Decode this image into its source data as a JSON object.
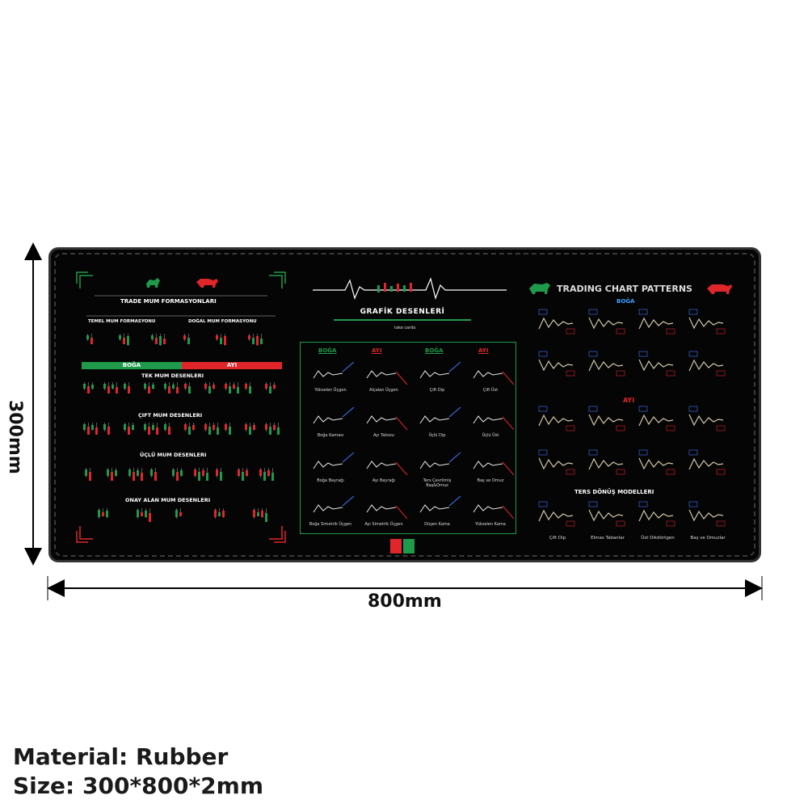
{
  "dimensions": {
    "height_label": "300mm",
    "width_label": "800mm"
  },
  "mat": {
    "left": {
      "title": "TRADE MUM FORMASYONLARI",
      "temel_title": "TEMEL MUM FORMASYONU",
      "dogal_title": "DOĞAL MUM FORMASYONU",
      "boga": "BOĞA",
      "ayi": "AYI",
      "tek": "TEK MUM DESENLERI",
      "cift": "ÇIFT MUM DESENLERI",
      "uclu": "ÜÇLÜ MUM DESENLERI",
      "onay": "ONAY ALAN MUM DESENLERI"
    },
    "middle": {
      "title": "GRAFİK DESENLERİ",
      "brand": "take cardo",
      "headers": [
        "BOĞA",
        "AYI",
        "BOĞA",
        "AYI"
      ],
      "patterns": [
        [
          "Yükselen Üçgen",
          "Alçalan Üçgen",
          "Çift Dip",
          "Çift Üst"
        ],
        [
          "Boğa Kaması",
          "Ayı Takozu",
          "Üçlü Dip",
          "Üçlü Üst"
        ],
        [
          "Boğa Bayrağı",
          "Ayı Bayrağı",
          "Ters Çevrilmiş Baş&Omuz",
          "Baş ve Omuz"
        ],
        [
          "Boğa Simetrik Üçgen",
          "Ayı Simetrik Üçgen",
          "Düşen Kama",
          "Yükselen Kama"
        ]
      ]
    },
    "right": {
      "title": "TRADING CHART PATTERNS",
      "boga": "BOĞA",
      "ayi": "AYI",
      "ters": "TERS DÖNÜŞ MODELLERI",
      "bottom_labels": [
        "Çift Dip",
        "Elmas Tabanlar",
        "Üst Dikdörtgen",
        "Baş ve Omuzlar"
      ]
    }
  },
  "specs": {
    "material": "Material: Rubber",
    "size": "Size: 300*800*2mm"
  },
  "colors": {
    "green": "#1f9a4a",
    "red": "#e0262b",
    "mat": "#050505"
  }
}
